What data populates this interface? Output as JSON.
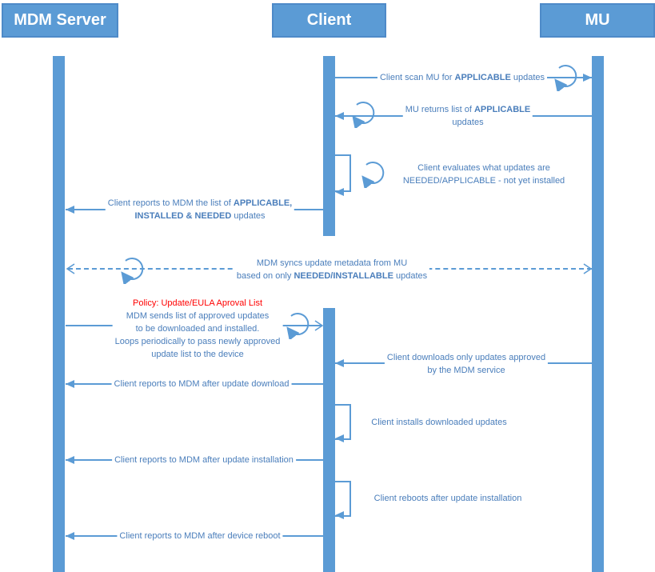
{
  "colors": {
    "accent": "#5b9bd5",
    "accent_dark": "#4e8ac8",
    "label": "#4a7ebb",
    "policy_red": "#ff0000"
  },
  "actors": [
    {
      "label": "MDM Server"
    },
    {
      "label": "Client"
    },
    {
      "label": "MU"
    }
  ],
  "messages": {
    "m1": {
      "pre": "Client scan MU for ",
      "bold": "APPLICABLE",
      "post": " updates"
    },
    "m2": {
      "line1_pre": "MU returns list of ",
      "line1_bold": "APPLICABLE",
      "line2": "updates"
    },
    "m3": {
      "line1": "Client evaluates what updates are",
      "line2": "NEEDED/APPLICABLE - not yet installed"
    },
    "m4": {
      "line1_pre": "Client reports to MDM the list of ",
      "line1_bold": "APPLICABLE,",
      "line2_bold": "INSTALLED & NEEDED",
      "line2_post": " updates"
    },
    "m5": {
      "line1": "MDM syncs update metadata from MU",
      "line2_pre": "based on only ",
      "line2_bold": "NEEDED/INSTALLABLE",
      "line2_post": " updates"
    },
    "m6": {
      "title": "Policy: Update/EULA Aproval List",
      "line1": "MDM sends list of approved updates",
      "line2": "to be downloaded and installed.",
      "line3": "Loops periodically to pass newly approved",
      "line4": "update list to the device"
    },
    "m7": {
      "line1": "Client downloads only updates approved",
      "line2": "by the MDM service"
    },
    "m8": {
      "text": "Client reports to MDM after update download"
    },
    "m9": {
      "text": "Client installs downloaded updates"
    },
    "m10": {
      "text": "Client reports to MDM after update installation"
    },
    "m11": {
      "text": "Client reboots after update installation"
    },
    "m12": {
      "text": "Client reports to MDM after device reboot"
    }
  }
}
